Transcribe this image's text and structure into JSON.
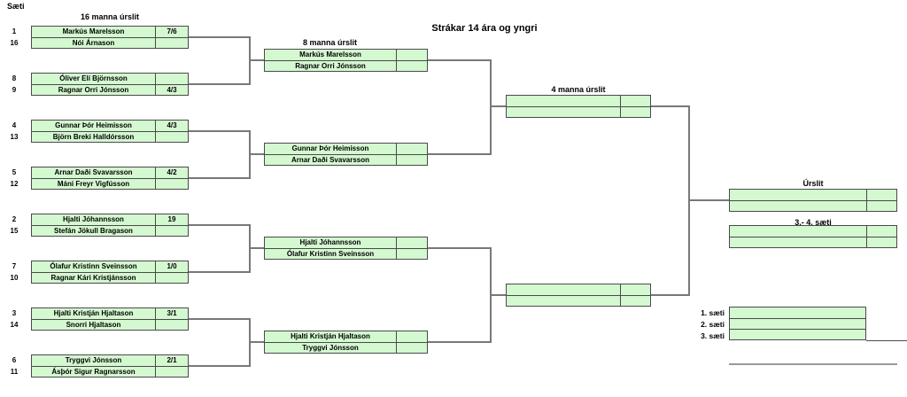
{
  "page": {
    "title": "Strákar 14 ára og yngri",
    "seats_header": "Sæti"
  },
  "rounds": {
    "r16": {
      "header": "16 manna úrslit",
      "matches": [
        {
          "players": [
            {
              "seed": "1",
              "name": "Markús Marelsson",
              "score": "7/6"
            },
            {
              "seed": "16",
              "name": "Nói Árnason",
              "score": ""
            }
          ]
        },
        {
          "players": [
            {
              "seed": "8",
              "name": "Óliver Elí Björnsson",
              "score": ""
            },
            {
              "seed": "9",
              "name": "Ragnar Orri Jónsson",
              "score": "4/3"
            }
          ]
        },
        {
          "players": [
            {
              "seed": "4",
              "name": "Gunnar Þór Heimisson",
              "score": "4/3"
            },
            {
              "seed": "13",
              "name": "Björn Breki Halldórsson",
              "score": ""
            }
          ]
        },
        {
          "players": [
            {
              "seed": "5",
              "name": "Arnar Daði Svavarsson",
              "score": "4/2"
            },
            {
              "seed": "12",
              "name": "Máni Freyr Vigfússon",
              "score": ""
            }
          ]
        },
        {
          "players": [
            {
              "seed": "2",
              "name": "Hjalti Jóhannsson",
              "score": "19"
            },
            {
              "seed": "15",
              "name": "Stefán Jökull Bragason",
              "score": ""
            }
          ]
        },
        {
          "players": [
            {
              "seed": "7",
              "name": "Ólafur Kristinn Sveinsson",
              "score": "1/0"
            },
            {
              "seed": "10",
              "name": "Ragnar Kári Kristjánsson",
              "score": ""
            }
          ]
        },
        {
          "players": [
            {
              "seed": "3",
              "name": "Hjalti Kristján Hjaltason",
              "score": "3/1"
            },
            {
              "seed": "14",
              "name": "Snorri Hjaltason",
              "score": ""
            }
          ]
        },
        {
          "players": [
            {
              "seed": "6",
              "name": "Tryggvi Jónsson",
              "score": "2/1"
            },
            {
              "seed": "11",
              "name": "Ásþór Sigur Ragnarsson",
              "score": ""
            }
          ]
        }
      ]
    },
    "r8": {
      "header": "8 manna úrslit",
      "matches": [
        {
          "players": [
            {
              "name": "Markús Marelsson",
              "score": ""
            },
            {
              "name": "Ragnar Orri Jónsson",
              "score": ""
            }
          ]
        },
        {
          "players": [
            {
              "name": "Gunnar Þór Heimisson",
              "score": ""
            },
            {
              "name": "Arnar Daði Svavarsson",
              "score": ""
            }
          ]
        },
        {
          "players": [
            {
              "name": "Hjalti Jóhannsson",
              "score": ""
            },
            {
              "name": "Ólafur Kristinn Sveinsson",
              "score": ""
            }
          ]
        },
        {
          "players": [
            {
              "name": "Hjalti Kristján Hjaltason",
              "score": ""
            },
            {
              "name": "Tryggvi Jónsson",
              "score": ""
            }
          ]
        }
      ]
    },
    "r4": {
      "header": "4 manna úrslit",
      "matches": [
        {
          "players": [
            {
              "name": "",
              "score": ""
            },
            {
              "name": "",
              "score": ""
            }
          ]
        },
        {
          "players": [
            {
              "name": "",
              "score": ""
            },
            {
              "name": "",
              "score": ""
            }
          ]
        }
      ]
    },
    "final": {
      "header": "Úrslit",
      "players": [
        {
          "name": "",
          "score": ""
        },
        {
          "name": "",
          "score": ""
        }
      ]
    },
    "third_place": {
      "header": "3.- 4. sæti",
      "players": [
        {
          "name": "",
          "score": ""
        },
        {
          "name": "",
          "score": ""
        }
      ]
    }
  },
  "podium": {
    "items": [
      {
        "label": "1. sæti",
        "name": ""
      },
      {
        "label": "2. sæti",
        "name": ""
      },
      {
        "label": "3. sæti",
        "name": ""
      }
    ]
  },
  "colors": {
    "cell_fill": "#d4f8d0",
    "cell_border": "#4a4a4a",
    "connector": "#787878",
    "signature_line": "#999999"
  }
}
